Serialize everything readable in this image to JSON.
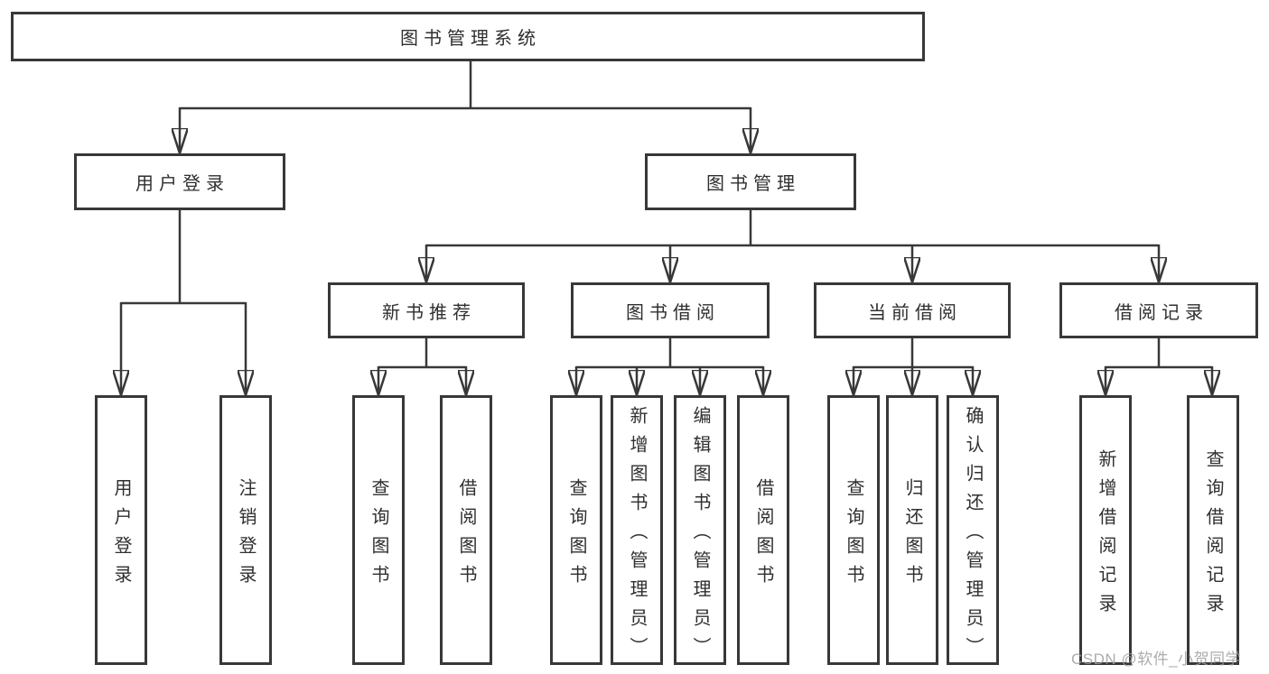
{
  "diagram": {
    "root": {
      "label": "图书管理系统"
    },
    "branches": [
      {
        "label": "用户登录",
        "leaves": [
          {
            "label": "用户登录"
          },
          {
            "label": "注销登录"
          }
        ]
      },
      {
        "label": "图书管理",
        "groups": [
          {
            "label": "新书推荐",
            "leaves": [
              {
                "label": "查询图书"
              },
              {
                "label": "借阅图书"
              }
            ]
          },
          {
            "label": "图书借阅",
            "leaves": [
              {
                "label": "查询图书"
              },
              {
                "label": "新增图书（管理员）"
              },
              {
                "label": "编辑图书（管理员）"
              },
              {
                "label": "借阅图书"
              }
            ]
          },
          {
            "label": "当前借阅",
            "leaves": [
              {
                "label": "查询图书"
              },
              {
                "label": "归还图书"
              },
              {
                "label": "确认归还（管理员）"
              }
            ]
          },
          {
            "label": "借阅记录",
            "leaves": [
              {
                "label": "新增借阅记录"
              },
              {
                "label": "查询借阅记录"
              }
            ]
          }
        ]
      }
    ]
  },
  "watermark": {
    "label": "CSDN @软件_小贺同学"
  },
  "colors": {
    "line": "#383838",
    "box_border": "#383838",
    "text": "#2f2f2f",
    "watermark": "#9e9e9e",
    "background": "#ffffff"
  }
}
